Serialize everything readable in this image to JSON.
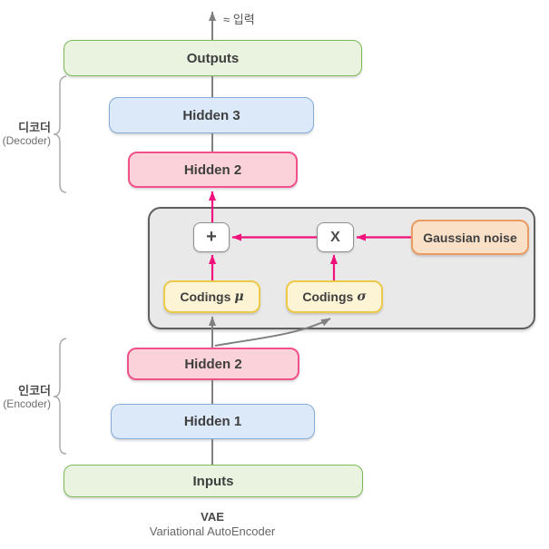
{
  "annotations": {
    "top_label": "≈ 입력",
    "caption_title": "VAE",
    "caption_subtitle": "Variational AutoEncoder"
  },
  "brackets": {
    "decoder": {
      "label": "디코더",
      "sublabel": "(Decoder)"
    },
    "encoder": {
      "label": "인코더",
      "sublabel": "(Encoder)"
    }
  },
  "nodes": {
    "outputs": {
      "label": "Outputs",
      "fill": "#E9F3DF",
      "border": "#7CBA59"
    },
    "hidden3": {
      "label": "Hidden 3",
      "fill": "#DCE9F8",
      "border": "#84ACDB"
    },
    "hidden2_decoder": {
      "label": "Hidden 2",
      "fill": "#FBD2D9",
      "border": "#F1518B"
    },
    "plus_op": {
      "label": "+"
    },
    "multiply_op": {
      "label": "X"
    },
    "gaussian_noise": {
      "label": "Gaussian noise",
      "fill": "#FBE0C8",
      "border": "#E99B61"
    },
    "codings_mu": {
      "label": "Codings",
      "symbol": "μ",
      "fill": "#FCF4D4",
      "border": "#EDC949"
    },
    "codings_sigma": {
      "label": "Codings",
      "symbol": "σ",
      "fill": "#FCF4D4",
      "border": "#EDC949"
    },
    "hidden2_encoder": {
      "label": "Hidden 2",
      "fill": "#FBD2D9",
      "border": "#F1518B"
    },
    "hidden1": {
      "label": "Hidden 1",
      "fill": "#DCE9F8",
      "border": "#84ACDB"
    },
    "inputs": {
      "label": "Inputs",
      "fill": "#E9F3DF",
      "border": "#7CBA59"
    }
  },
  "sampling_box": {
    "fill": "#E9E9E9",
    "border": "#5F5F5F"
  },
  "colors": {
    "arrow_pink": "#F0117C",
    "arrow_gray": "#808080",
    "bracket_gray": "#ABABAB",
    "text_dark": "#3F3F3F"
  }
}
